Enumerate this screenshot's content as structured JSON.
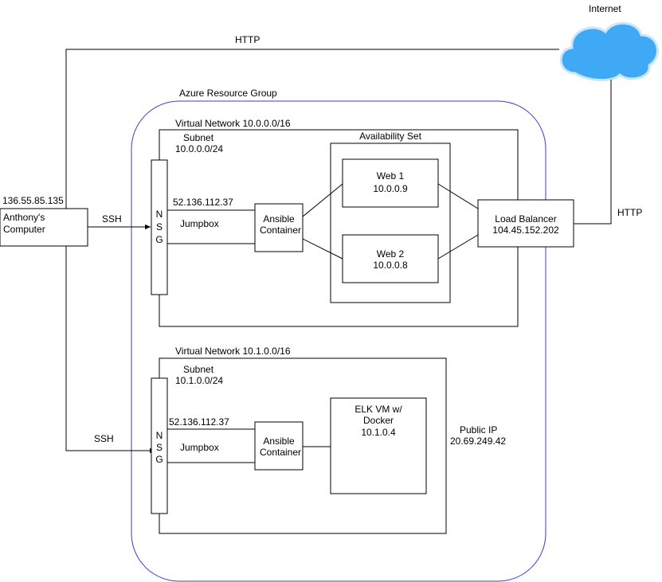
{
  "internet": {
    "label": "Internet",
    "color": "#3fa9f5"
  },
  "resource_group": {
    "label": "Azure Resource Group",
    "border_color": "#3b3bcc"
  },
  "connections": {
    "http_top": "HTTP",
    "http_right": "HTTP",
    "ssh_upper": "SSH",
    "ssh_lower": "SSH"
  },
  "computer": {
    "ip": "136.55.85.135",
    "label_line1": "Anthony's",
    "label_line2": "Computer"
  },
  "vnet1": {
    "label": "Virtual Network 10.0.0.0/16",
    "subnet_label": "Subnet",
    "subnet_cidr": "10.0.0.0/24",
    "nsg": [
      "N",
      "S",
      "G"
    ],
    "jumpbox_ip": "52.136.112.37",
    "jumpbox_label": "Jumpbox",
    "container_line1": "Ansible",
    "container_line2": "Container",
    "availability_set": "Availability Set",
    "web1_name": "Web 1",
    "web1_ip": "10.0.0.9",
    "web2_name": "Web 2",
    "web2_ip": "10.0.0.8",
    "lb_name": "Load Balancer",
    "lb_ip": "104.45.152.202"
  },
  "vnet2": {
    "label": "Virtual Network 10.1.0.0/16",
    "subnet_label": "Subnet",
    "subnet_cidr": "10.1.0.0/24",
    "nsg": [
      "N",
      "S",
      "G"
    ],
    "jumpbox_ip": "52.136.112.37",
    "jumpbox_label": "Jumpbox",
    "container_line1": "Ansible",
    "container_line2": "Container",
    "elk_line1": "ELK VM w/",
    "elk_line2": "Docker",
    "elk_ip": "10.1.0.4",
    "public_ip_label": "Public IP",
    "public_ip_value": "20.69.249.42"
  }
}
